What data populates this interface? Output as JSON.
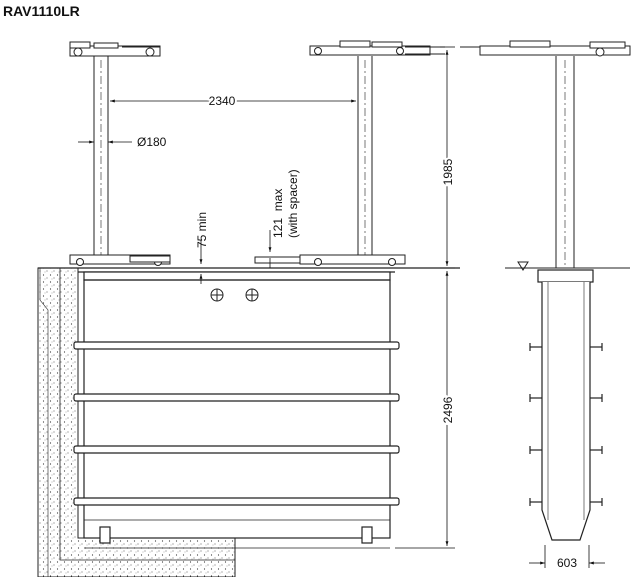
{
  "title": "RAV1110LR",
  "dimensions": {
    "column_spacing": "2340",
    "column_diameter": "Ø180",
    "min_depth": "75 min",
    "max_spacer_line1": "121  max",
    "max_spacer_line2": "(with spacer)",
    "lift_height": "1985",
    "pit_depth": "2496",
    "casing_width": "603"
  }
}
